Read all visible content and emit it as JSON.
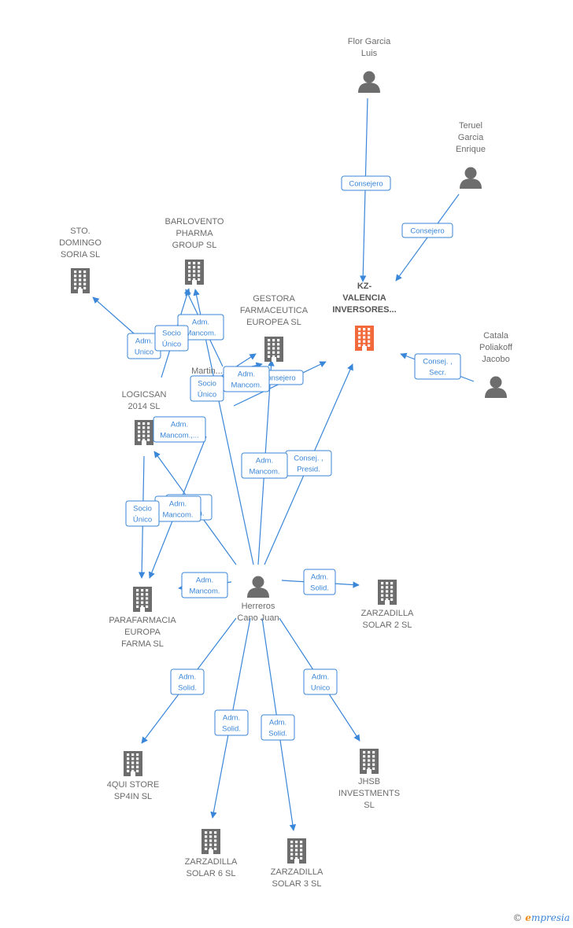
{
  "colors": {
    "edge": "#3a86d8",
    "company": "#6d6d6d",
    "company_focus": "#f26a3b",
    "person": "#6d6d6d",
    "text": "#6b6b6b"
  },
  "nodes": [
    {
      "id": "kz",
      "type": "company",
      "focus": true,
      "label": [
        "KZ-",
        "VALENCIA",
        "INVERSORES..."
      ]
    },
    {
      "id": "flor",
      "type": "person",
      "label": [
        "Flor Garcia",
        "Luis"
      ]
    },
    {
      "id": "teruel",
      "type": "person",
      "label": [
        "Teruel",
        "Garcia",
        "Enrique"
      ]
    },
    {
      "id": "catala",
      "type": "person",
      "label": [
        "Catala",
        "Poliakoff",
        "Jacobo"
      ]
    },
    {
      "id": "herreros",
      "type": "person",
      "label": [
        "Herreros",
        "Cano Juan"
      ]
    },
    {
      "id": "martinez",
      "type": "person",
      "label": [
        "Martin..."
      ]
    },
    {
      "id": "sto",
      "type": "company",
      "label": [
        "STO.",
        "DOMINGO",
        "SORIA SL"
      ]
    },
    {
      "id": "barlovento",
      "type": "company",
      "label": [
        "BARLOVENTO",
        "PHARMA",
        "GROUP  SL"
      ]
    },
    {
      "id": "gestora",
      "type": "company",
      "label": [
        "GESTORA",
        "FARMACEUTICA",
        "EUROPEA  SL"
      ]
    },
    {
      "id": "logicsan",
      "type": "company",
      "label": [
        "LOGICSAN",
        "2014  SL"
      ]
    },
    {
      "id": "parafarmacia",
      "type": "company",
      "label": [
        "PARAFARMACIA",
        "EUROPA",
        "FARMA  SL"
      ]
    },
    {
      "id": "zs2",
      "type": "company",
      "label": [
        "ZARZADILLA",
        "SOLAR 2 SL"
      ]
    },
    {
      "id": "store",
      "type": "company",
      "label": [
        "4QUI STORE",
        "SP4IN  SL"
      ]
    },
    {
      "id": "zs6",
      "type": "company",
      "label": [
        "ZARZADILLA",
        "SOLAR 6 SL"
      ]
    },
    {
      "id": "zs3",
      "type": "company",
      "label": [
        "ZARZADILLA",
        "SOLAR 3 SL"
      ]
    },
    {
      "id": "jhsb",
      "type": "company",
      "label": [
        "JHSB",
        "INVESTMENTS",
        "SL"
      ]
    }
  ],
  "edges": [
    {
      "from": "flor",
      "to": "kz",
      "label": [
        "Consejero"
      ]
    },
    {
      "from": "teruel",
      "to": "kz",
      "label": [
        "Consejero"
      ]
    },
    {
      "from": "catala",
      "to": "kz",
      "label": [
        "Consej. ,",
        "Secr."
      ]
    },
    {
      "from": "herreros",
      "to": "kz",
      "label": [
        "Consej. ,",
        "Presid."
      ]
    },
    {
      "from": "herreros",
      "to": "gestora",
      "label": [
        "Adm.",
        "Mancom."
      ]
    },
    {
      "from": "herreros",
      "to": "barlovento",
      "label": [
        "Adm.",
        "Mancom."
      ]
    },
    {
      "from": "herreros",
      "to": "logicsan",
      "label": [
        "Adm.",
        "Mancom."
      ]
    },
    {
      "from": "herreros",
      "to": "parafarmacia",
      "label": [
        "Adm.",
        "Mancom."
      ]
    },
    {
      "from": "herreros",
      "to": "zs2",
      "label": [
        "Adm.",
        "Solid."
      ]
    },
    {
      "from": "herreros",
      "to": "store",
      "label": [
        "Adm.",
        "Solid."
      ]
    },
    {
      "from": "herreros",
      "to": "zs6",
      "label": [
        "Adm.",
        "Solid."
      ]
    },
    {
      "from": "herreros",
      "to": "zs3",
      "label": [
        "Adm.",
        "Solid."
      ]
    },
    {
      "from": "herreros",
      "to": "jhsb",
      "label": [
        "Adm.",
        "Unico"
      ]
    },
    {
      "from": "martinez",
      "to": "kz",
      "label": [
        "Consejero"
      ]
    },
    {
      "from": "martinez",
      "to": "barlovento",
      "label": [
        "Adm.",
        "Mancom."
      ]
    },
    {
      "from": "martinez",
      "to": "gestora",
      "label": [
        "Adm.",
        "Mancom."
      ]
    },
    {
      "from": "martinez",
      "to": "logicsan",
      "label": [
        "Adm.",
        "Mancom.,..."
      ]
    },
    {
      "from": "martinez",
      "to": "parafarmacia",
      "label": [
        "Adm.",
        "Mancom."
      ]
    },
    {
      "from": "logicsan",
      "to": "sto",
      "label": [
        "Adm.",
        "Unico"
      ]
    },
    {
      "from": "logicsan",
      "to": "barlovento",
      "label": [
        "Socio",
        "Único"
      ]
    },
    {
      "from": "logicsan",
      "to": "parafarmacia",
      "label": [
        "Socio",
        "Único"
      ]
    },
    {
      "from": "logicsan",
      "to": "gestora",
      "label": [
        "Socio",
        "Único"
      ]
    }
  ],
  "footer": {
    "copyright": "©",
    "brand_initial": "e",
    "brand_rest": "mpresia"
  }
}
